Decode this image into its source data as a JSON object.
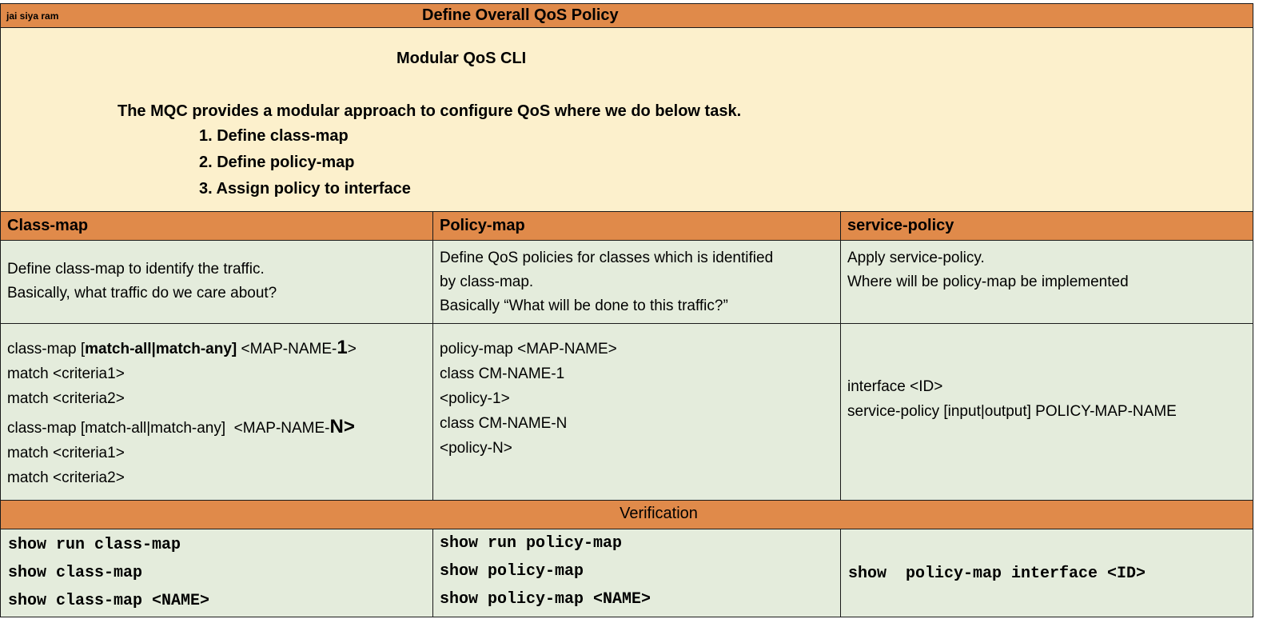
{
  "header": {
    "corner_label": "jai siya ram",
    "title": "Define Overall QoS Policy"
  },
  "intro": {
    "subtitle": "Modular QoS CLI",
    "statement": "The MQC provides a modular approach to configure QoS where we do below task.",
    "steps": [
      "1. Define class-map",
      "2. Define policy-map",
      "3. Assign policy to interface"
    ]
  },
  "columns": {
    "class_map": {
      "header": "Class-map",
      "description": [
        "Define class-map to identify the traffic.",
        "Basically, what traffic do we care about?"
      ],
      "config": {
        "line1_prefix": "class-map [",
        "line1_bold": "match-all|match-any]",
        "line1_mid": " <MAP-NAME-",
        "line1_big": "1",
        "line1_end": ">",
        "line2": "match <criteria1>",
        "line3": "match <criteria2>",
        "line4_prefix": "class-map [match-all|match-any]  <MAP-NAME-",
        "line4_big": "N>",
        "line5": "match <criteria1>",
        "line6": "match <criteria2>"
      },
      "verification": [
        "show run class-map",
        "show class-map",
        "show class-map <NAME>"
      ]
    },
    "policy_map": {
      "header": "Policy-map",
      "description": [
        "Define QoS policies for classes which is identified",
        "by class-map.",
        "Basically “What will be done to this traffic?”"
      ],
      "config": [
        "policy-map <MAP-NAME>",
        "class CM-NAME-1",
        "<policy-1>",
        "class CM-NAME-N",
        "<policy-N>"
      ],
      "verification": [
        "show run policy-map",
        "show policy-map",
        "show policy-map <NAME>"
      ]
    },
    "service_policy": {
      "header": "service-policy",
      "description": [
        "Apply service-policy.",
        "Where will be policy-map be implemented"
      ],
      "config": [
        "interface <ID>",
        "service-policy [input|output] POLICY-MAP-NAME"
      ],
      "verification": [
        "show  policy-map interface <ID>"
      ]
    }
  },
  "verification": {
    "header": "Verification"
  },
  "colors": {
    "orange": "#e08a4a",
    "cream": "#fcf0cc",
    "green": "#e4ecdc"
  }
}
